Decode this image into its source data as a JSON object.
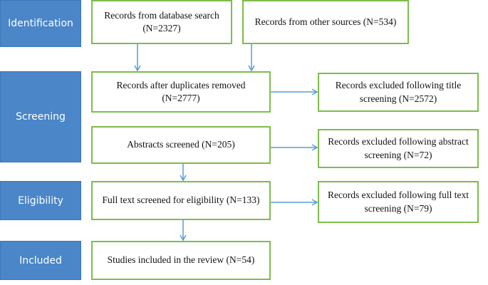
{
  "stages": {
    "identification": "Identification",
    "screening": "Screening",
    "eligibility": "Eligibility",
    "included": "Included"
  },
  "boxes": {
    "database_search": {
      "line1": "Records from database search",
      "line2": "(N=2327)"
    },
    "other_sources": {
      "line1": "Records from other sources (N=534)"
    },
    "after_duplicates": {
      "line1": "Records after duplicates removed",
      "line2": "(N=2777)"
    },
    "excluded_title": {
      "line1": "Records excluded following title",
      "line2": "screening (N=2572)"
    },
    "abstracts_screened": {
      "line1": "Abstracts screened (N=205)"
    },
    "excluded_abstract": {
      "line1": "Records excluded following abstract",
      "line2": "screening (N=72)"
    },
    "full_text": {
      "line1": "Full text screened for eligibility (N=133)"
    },
    "excluded_full_text": {
      "line1": "Records excluded following full text",
      "line2": "screening (N=79)"
    },
    "included_studies": {
      "line1": "Studies included in the review (N=54)"
    }
  },
  "colors": {
    "stage_fill": "#4a86c8",
    "box_border": "#7dbd4c",
    "arrow": "#5b9bd5"
  }
}
